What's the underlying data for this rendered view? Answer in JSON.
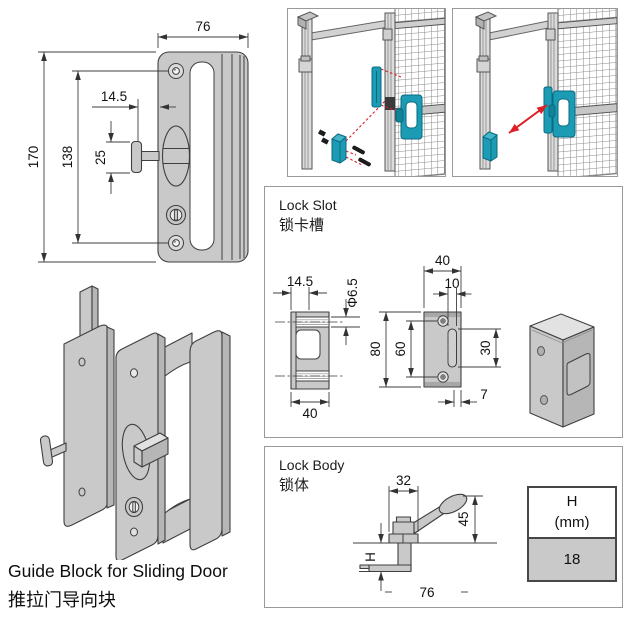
{
  "colors": {
    "part_gray": "#c9c9c9",
    "part_gray_dark": "#9f9f9f",
    "part_gray_light": "#e2e2e2",
    "line": "#3f3f3f",
    "teal": "#1b9cb4",
    "teal_dark": "#0a6a80",
    "red": "#dd1f26",
    "box_border": "#9a9a9a",
    "table_value_bg": "#c9c9c9"
  },
  "handle_drawing": {
    "dim_width": "76",
    "dim_height": "170",
    "dim_hole_span": "138",
    "dim_pin_offset": "14.5",
    "dim_pin_height": "25"
  },
  "caption": {
    "en": "Guide Block for Sliding Door",
    "zh": "推拉门导向块"
  },
  "lock_slot": {
    "title_en": "Lock Slot",
    "title_zh": "锁卡槽",
    "dim_side_hole_offset": "14.5",
    "dim_side_hole_dia": "Φ6.5",
    "dim_side_depth": "40",
    "dim_front_width": "40",
    "dim_front_slot_width": "10",
    "dim_front_height": "80",
    "dim_front_hole_span": "60",
    "dim_front_slot_length": "30",
    "dim_front_edge_offset": "7"
  },
  "lock_body": {
    "title_en": "Lock Body",
    "title_zh": "锁体",
    "dim_cap_width": "32",
    "dim_lever_height": "45",
    "dim_height_label": "H",
    "dim_total_width": "76",
    "table": {
      "header": "H",
      "unit": "(mm)",
      "value": "18"
    }
  }
}
